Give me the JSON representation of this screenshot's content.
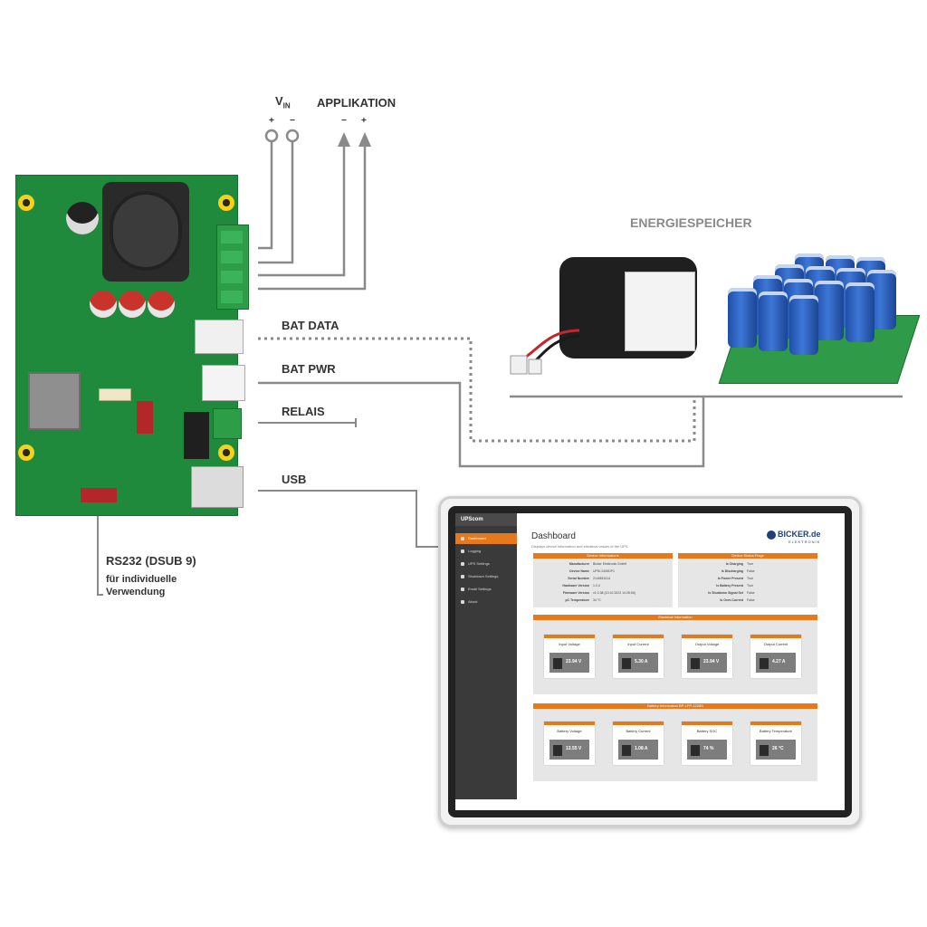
{
  "labels": {
    "vin_main": "V",
    "vin_sub": "IN",
    "applikation": "APPLIKATION",
    "plus1": "+",
    "minus1": "−",
    "minus2": "−",
    "plus2": "+",
    "energiespeicher": "ENERGIESPEICHER",
    "bat_data": "BAT DATA",
    "bat_pwr": "BAT PWR",
    "relais": "RELAIS",
    "usb": "USB",
    "rs232": "RS232 (DSUB 9)",
    "rs232_note_1": "für individuelle",
    "rs232_note_2": "Verwendung"
  },
  "dashboard": {
    "brand": "UPScom",
    "nav": [
      "Dashboard",
      "Logging",
      "UPS Settings",
      "Shutdown Settings",
      "Email Settings",
      "About"
    ],
    "title": "Dashboard",
    "subtitle": "Displays device information and electrical values of the UPS.",
    "logo": "BICKER.de",
    "logo_sub": "ELEKTRONIK",
    "device_info": {
      "title": "Device Informations",
      "rows": [
        {
          "k": "Manufacturer",
          "v": "Bicker Elektronik GmbH"
        },
        {
          "k": "Device Name",
          "v": "UPSI-2406DP1"
        },
        {
          "k": "Serial Number",
          "v": "2146816114"
        },
        {
          "k": "Hardware Version",
          "v": "1.0.0"
        },
        {
          "k": "Firmware Version",
          "v": "v1.0.38 (10.10.2022 14:28:06)"
        },
        {
          "k": "µC Temperature",
          "v": "34 °C"
        }
      ]
    },
    "status_flags": {
      "title": "Device Status Flags",
      "rows": [
        {
          "k": "Is Charging",
          "v": "True"
        },
        {
          "k": "Is Discharging",
          "v": "False"
        },
        {
          "k": "Is Power Present",
          "v": "True"
        },
        {
          "k": "Is Battery Present",
          "v": "True"
        },
        {
          "k": "Is Shutdown Signal Set",
          "v": "False"
        },
        {
          "k": "Is Over-Current",
          "v": "False"
        }
      ]
    },
    "electrical": {
      "title": "Electrical Information",
      "cards": [
        {
          "title": "Input Voltage",
          "value": "23.94 V"
        },
        {
          "title": "Input Current",
          "value": "5.30 A"
        },
        {
          "title": "Output Voltage",
          "value": "23.94 V"
        },
        {
          "title": "Output Current",
          "value": "4.27 A"
        }
      ]
    },
    "battery": {
      "title": "Battery Information BP-LFP-1228S",
      "cards": [
        {
          "title": "Battery Voltage",
          "value": "13.55 V"
        },
        {
          "title": "Battery Current",
          "value": "1.08 A"
        },
        {
          "title": "Battery SOC",
          "value": "74 %"
        },
        {
          "title": "Battery Temperature",
          "value": "26 °C"
        }
      ]
    }
  },
  "colors": {
    "pcb": "#1f8a3b",
    "accent": "#e5791b",
    "line": "#777777"
  }
}
